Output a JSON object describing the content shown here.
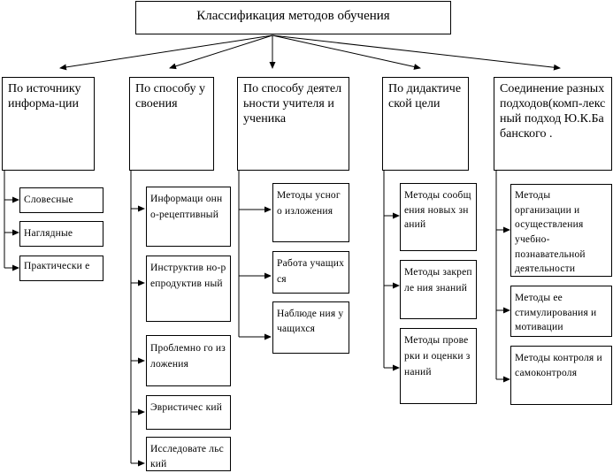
{
  "title": "Классификация методов обучения",
  "columns": [
    {
      "heading": "По источнику информа-ции",
      "items": [
        "Словесные",
        "Наглядные",
        "Практически е"
      ]
    },
    {
      "heading": "По способу усвоения",
      "items": [
        "Информаци онно-рецептивный",
        "Инструктив но-репродуктив ный",
        "Проблемно го изложения",
        "Эвристичес кий",
        "Исследовате льский"
      ]
    },
    {
      "heading": "По способу деятельности учителя и ученика",
      "items": [
        "Методы усного изложения",
        "Работа учащихся",
        "Наблюде ния учащихся"
      ]
    },
    {
      "heading": "По дидактиче ской цели",
      "items": [
        "Методы сообщения новых знаний",
        "Методы закрепле ния знаний",
        "Методы проверки и оценки знаний"
      ]
    },
    {
      "heading": "Соединение разных подходов(комп-лексный подход Ю.К.Бабанского .",
      "items": [
        "Методы организации и осуществления учебно-познавательной деятельности",
        "Методы ее стимулирования и мотивации",
        "Методы контроля и самоконтроля"
      ]
    }
  ]
}
